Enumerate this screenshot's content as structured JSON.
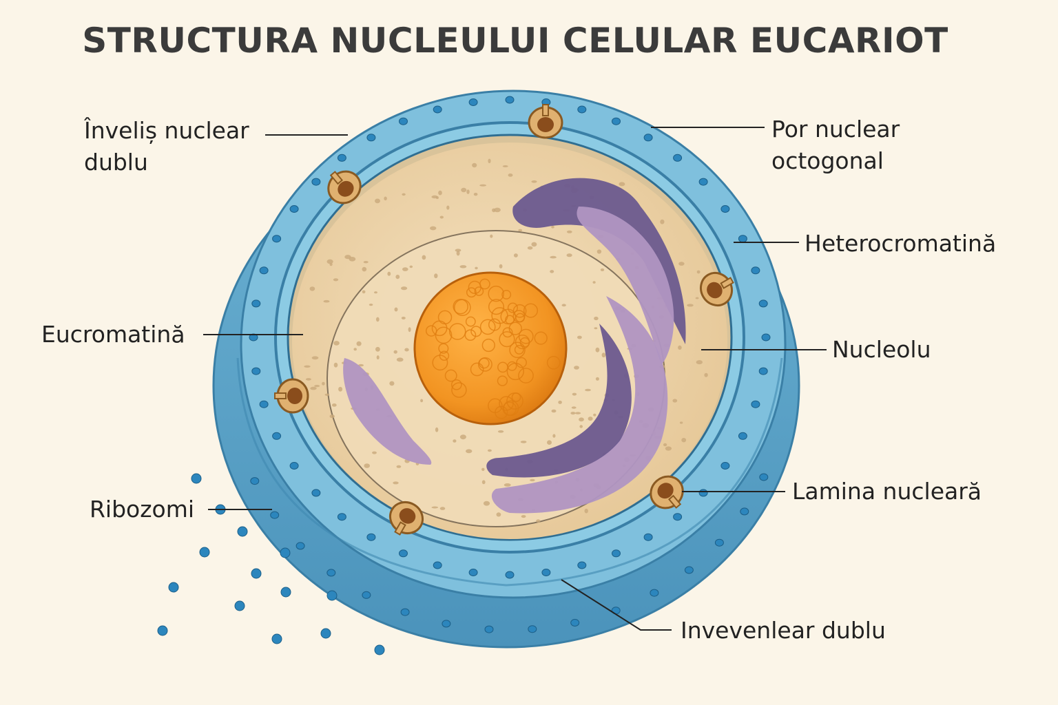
{
  "title": "STRUCTURA NUCLEULUI CELULAR EUCARIOT",
  "labels": {
    "double_envelope_line1": "Înveliș nuclear",
    "double_envelope_line2": "dublu",
    "nuclear_pore_line1": "Por nuclear",
    "nuclear_pore_line2": "octogonal",
    "heterochromatin": "Heterocromatină",
    "euchromatin": "Eucromatină",
    "nucleolus": "Nucleolu",
    "ribosomes": "Ribozomi",
    "nuclear_lamina": "Lamina nucleară",
    "bottom_envelope": "Invevenlear dublu"
  },
  "colors": {
    "background": "#fbf5e8",
    "envelope": "#5fa6c9",
    "envelope_dark": "#3a7fa6",
    "envelope_dots": "#2c86bd",
    "nucleoplasm": "#ecd2a8",
    "heterochromatin_dark": "#6b5a8f",
    "heterochromatin_light": "#b095c2",
    "nucleolus": "#f29422",
    "pore": "#e0b170",
    "title_text": "#3b3b3b"
  }
}
